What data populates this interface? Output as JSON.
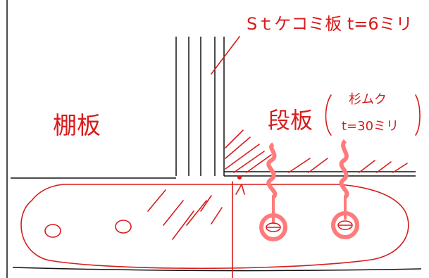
{
  "labels": {
    "top_note": "Sｔケコミ板 t=6ミリ",
    "left_board": "棚板",
    "right_board": "段板",
    "material_top": "杉ムク",
    "material_bottom": "t=30ミリ"
  },
  "colors": {
    "ink": "#d81b1b",
    "pencil": "#111111",
    "highlight": "#ff7b7b"
  }
}
